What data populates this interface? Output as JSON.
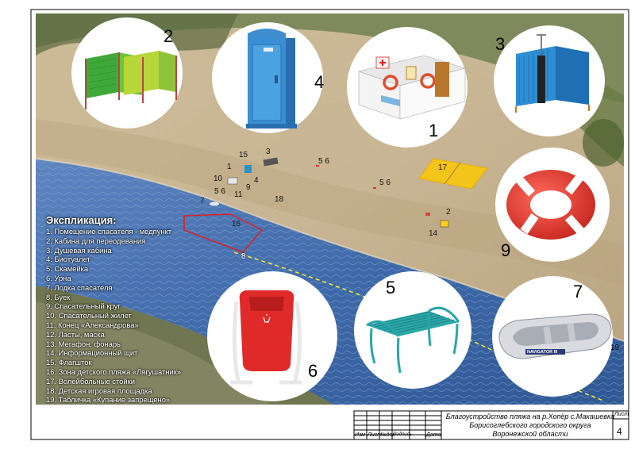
{
  "legend": {
    "title": "Экспликация:",
    "items": [
      "1. Помещение спасателя - медпункт",
      "2. Кабина для переодевания",
      "3. Душевая кабина",
      "4. Биотуалет",
      "5. Скамейка",
      "6. Урна",
      "7. Лодка спасателя",
      "8. Буек",
      "9. Спасательный круг",
      "10. Спасательный жилет",
      "11. Конец «Александрова»",
      "12. Ласты, маска",
      "13. Мегафон, фонарь",
      "14. Информационный щит",
      "15. Флагшток",
      "16. Зона детского пляжа «Лягушатник»",
      "17. Волейбольные стойки",
      "18. Детская игровая площадка",
      "19. Табличка «Купание запрещено»"
    ]
  },
  "circle_numbers": {
    "c2": "2",
    "c4": "4",
    "c1": "1",
    "c3": "3",
    "c9": "9",
    "c5": "5",
    "c7": "7",
    "c6": "6"
  },
  "map_labels": {
    "l15": "15",
    "l3": "3",
    "l1": "1",
    "l4": "4",
    "l10": "10",
    "l9": "9",
    "l56a": "5 6",
    "l11": "11",
    "l7": "7",
    "l18": "18",
    "l16": "16",
    "l8": "8",
    "l56b": "5 6",
    "l56c": "5 6",
    "l17": "17",
    "l2": "2",
    "l14": "14",
    "l19": "19"
  },
  "illustration_text": {
    "boat_brand": "NAVIGATOR III"
  },
  "title_block": {
    "headers": [
      "Изм",
      "Лист",
      "№док",
      "Подпись",
      "Дата"
    ],
    "title_lines": [
      "Благоустройство пляжа на р.Хопёр с.Макашевка",
      "Борисоглебского городского округа",
      "Воронежской области"
    ],
    "sheet_label": "Лист",
    "sheet_number": "4"
  },
  "colors": {
    "sand": "#c9b79a",
    "water": "#3d6aa8",
    "grass": "#7b8a5a",
    "lifebuoy": "#e23a2e",
    "buoy_line": "#f2e23a",
    "kids_zone": "#e02020"
  }
}
